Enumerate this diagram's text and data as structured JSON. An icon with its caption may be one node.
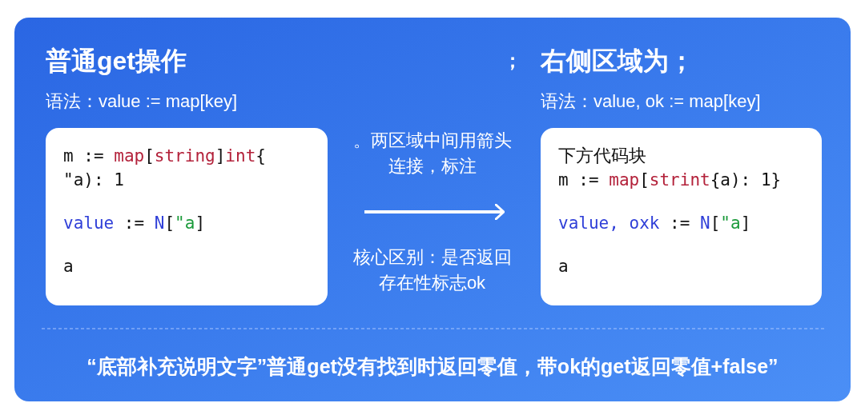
{
  "diagram": {
    "caption": "“底部补充说明文字”普通get没有找到时返回零值，带ok的get返回零值+false”",
    "nodes": [
      {
        "text": [
          "m := map[string]int{",
          "\"a): 1",
          "value := N[\"a]",
          "a"
        ]
      },
      {
        "text": [
          "下方代码块",
          "m := map[strint{a): 1}",
          "value, oxk := N[\"a]",
          "a"
        ]
      }
    ],
    "edges": [
      {
        "from": 0,
        "to": 1,
        "arrow": "to"
      }
    ],
    "labels": [
      "普通get操作",
      "；",
      "右侧区域为；",
      "语法：value := map[key]",
      "语法：value, ok := map[key]",
      "。两区域中间用箭头连接，标注",
      "核心区别：是否返回存在性标志ok"
    ]
  }
}
